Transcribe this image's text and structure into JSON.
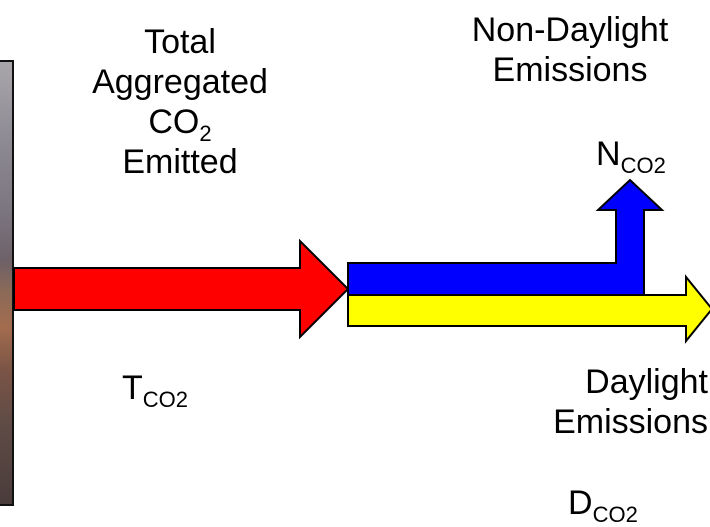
{
  "total": {
    "lines": [
      "Total",
      "Aggregated"
    ],
    "co2_main": "CO",
    "co2_sub": "2",
    "last": "Emitted",
    "symbol_main": "T",
    "symbol_sub": "CO2",
    "color": "#ff0000"
  },
  "non_daylight": {
    "line1": "Non-Daylight",
    "line2": "Emissions",
    "symbol_main": "N",
    "symbol_sub": "CO2",
    "color": "#0000ff"
  },
  "daylight": {
    "line1": "Daylight",
    "line2": "Emissions",
    "symbol_main": "D",
    "symbol_sub": "CO2",
    "color": "#ffff00"
  }
}
